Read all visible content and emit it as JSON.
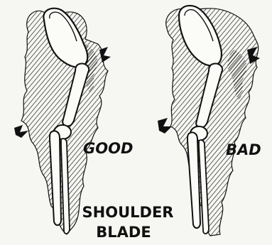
{
  "labels": {
    "good": "GOOD",
    "bad": "BAD",
    "caption_line1": "SHOULDER",
    "caption_line2": "BLADE"
  },
  "colors": {
    "background": "#f6f6f3",
    "ink": "#111111",
    "bone_fill": "#fbfbf8"
  }
}
